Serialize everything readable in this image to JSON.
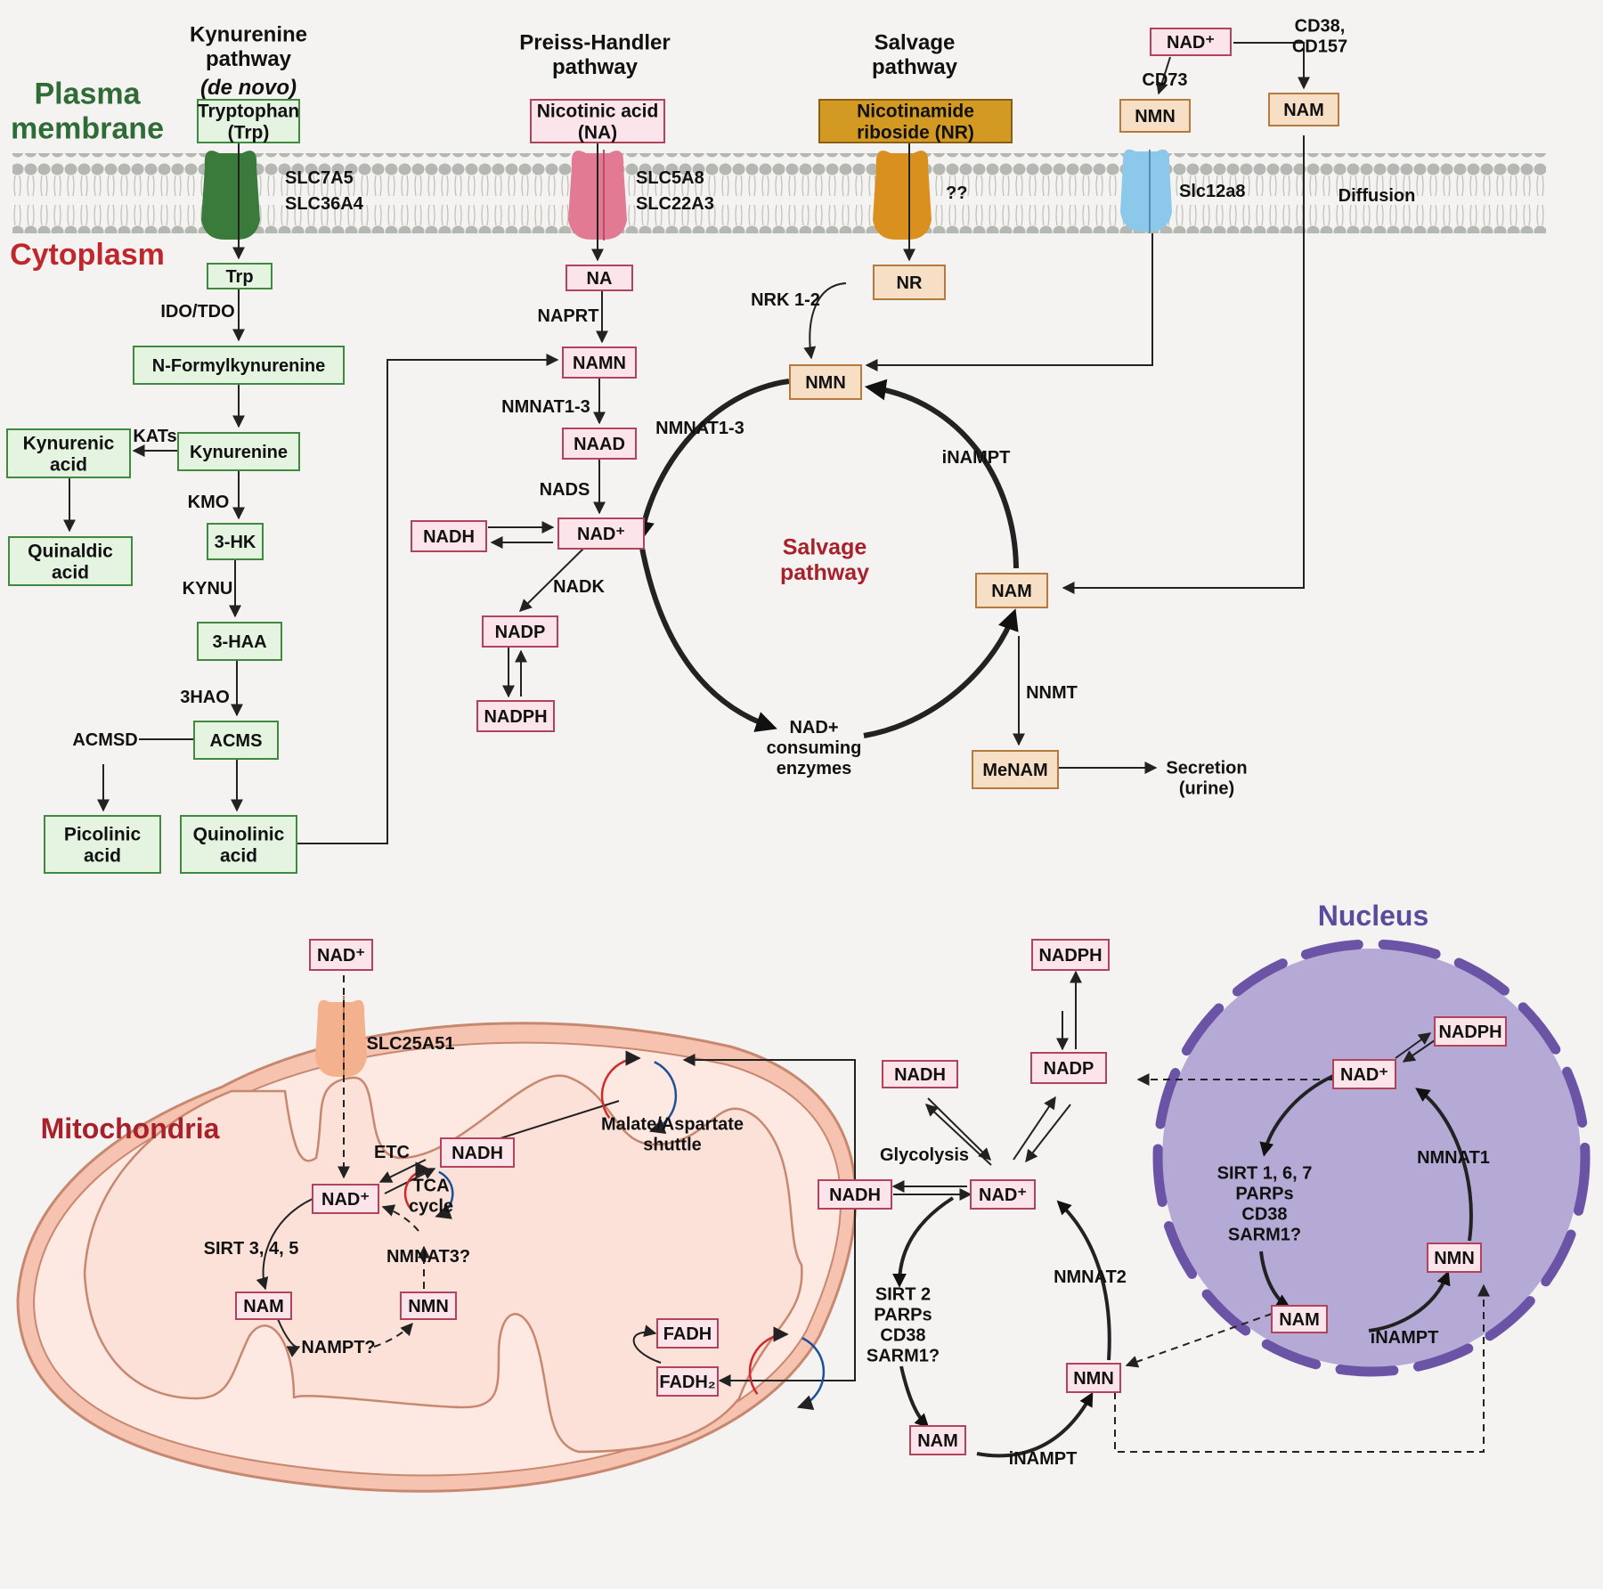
{
  "regions": {
    "plasma_membrane": [
      "Plasma",
      "membrane"
    ],
    "cytoplasm": "Cytoplasm",
    "mitochondria": "Mitochondria",
    "nucleus": "Nucleus",
    "salvage_center": [
      "Salvage",
      "pathway"
    ]
  },
  "pathway_headers": {
    "kynurenine": [
      "Kynurenine",
      "pathway"
    ],
    "kynurenine_sub": "de novo",
    "preiss": [
      "Preiss-Handler",
      "pathway"
    ],
    "salvage": [
      "Salvage",
      "pathway"
    ]
  },
  "nodes": {
    "trp_out": [
      "Tryptophan",
      "(Trp)"
    ],
    "na_out": [
      "Nicotinic acid",
      "(NA)"
    ],
    "nr_out": [
      "Nicotinamide",
      "riboside (NR)"
    ],
    "nad_ext": [
      "NAD⁺"
    ],
    "nmn_ext": [
      "NMN"
    ],
    "nam_ext": [
      "NAM"
    ],
    "trp_in": [
      "Trp"
    ],
    "nfk": [
      "N-Formylkynurenine"
    ],
    "kynurenine": [
      "Kynurenine"
    ],
    "kyn_acid": [
      "Kynurenic",
      "acid"
    ],
    "quin_acid": [
      "Quinaldic",
      "acid"
    ],
    "hk": [
      "3-HK"
    ],
    "haa": [
      "3-HAA"
    ],
    "acms": [
      "ACMS"
    ],
    "picolinic": [
      "Picolinic",
      "acid"
    ],
    "quinolinic": [
      "Quinolinic",
      "acid"
    ],
    "na_in": [
      "NA"
    ],
    "namn": [
      "NAMN"
    ],
    "naad": [
      "NAAD"
    ],
    "nad_c": [
      "NAD⁺"
    ],
    "nadh_c": [
      "NADH"
    ],
    "nadp_c": [
      "NADP"
    ],
    "nadph_c": [
      "NADPH"
    ],
    "nr_in": [
      "NR"
    ],
    "nmn_c": [
      "NMN"
    ],
    "nam_c": [
      "NAM"
    ],
    "menam": [
      "MeNAM"
    ],
    "nad_mito_top": [
      "NAD⁺"
    ],
    "nadh_m": [
      "NADH"
    ],
    "nad_m": [
      "NAD⁺"
    ],
    "nam_m": [
      "NAM"
    ],
    "nmn_m": [
      "NMN"
    ],
    "fadh": [
      "FADH"
    ],
    "fadh2": [
      "FADH₂"
    ],
    "nadph_l": [
      "NADPH"
    ],
    "nadh_l": [
      "NADH"
    ],
    "nadp_l": [
      "NADP"
    ],
    "nadh_l2": [
      "NADH"
    ],
    "nad_l": [
      "NAD⁺"
    ],
    "nmn_l": [
      "NMN"
    ],
    "nam_l": [
      "NAM"
    ],
    "nadph_n": [
      "NADPH"
    ],
    "nad_n": [
      "NAD⁺"
    ],
    "nmn_n": [
      "NMN"
    ],
    "nam_n": [
      "NAM"
    ]
  },
  "labels": {
    "slc7a5": "SLC7A5",
    "slc36a4": "SLC36A4",
    "slc5a8": "SLC5A8",
    "slc22a3": "SLC22A3",
    "qq": "??",
    "slc12a8": "Slc12a8",
    "cd38": [
      "CD38,",
      "CD157"
    ],
    "cd73": "CD73",
    "diffusion": "Diffusion",
    "ido": "IDO/TDO",
    "kats": "KATs",
    "kmo": "KMO",
    "kynu": "KYNU",
    "hao": "3HAO",
    "acmsd": "ACMSD",
    "naprt": "NAPRT",
    "nmnat13a": "NMNAT1-3",
    "nads": "NADS",
    "nadk": "NADK",
    "nrk": "NRK 1-2",
    "nmnat13b": "NMNAT1-3",
    "inampt_c": "iNAMPT",
    "consuming": [
      "NAD+",
      "consuming",
      "enzymes"
    ],
    "nnmt": "NNMT",
    "secretion": [
      "Secretion",
      "(urine)"
    ],
    "slc25a51": "SLC25A51",
    "malate": [
      "Malate/Aspartate",
      "shuttle"
    ],
    "etc": "ETC",
    "tca": [
      "TCA",
      "cycle"
    ],
    "sirt345": "SIRT 3, 4, 5",
    "nmnat3": "NMNAT3?",
    "nampt_m": "NAMPT?",
    "glycolysis": "Glycolysis",
    "sirt2": [
      "SIRT 2",
      "PARPs",
      "CD38",
      "SARM1?"
    ],
    "nmnat2": "NMNAT2",
    "inampt_l": "iNAMPT",
    "sirt167": [
      "SIRT 1, 6, 7",
      "PARPs",
      "CD38",
      "SARM1?"
    ],
    "nmnat1": "NMNAT1",
    "inampt_n": "iNAMPT"
  },
  "colors": {
    "plasma_membrane_label": "#2e6b36",
    "cytoplasm_label": "#c0272d",
    "mitochondria_label": "#a8202a",
    "nucleus_label": "#5c4a9c",
    "salvage_center_label": "#a8202a",
    "green_box_fill": "#e4f4e0",
    "green_box_stroke": "#3f8a3f",
    "pink_box_fill": "#fbe4ea",
    "pink_box_stroke": "#b2435b",
    "tan_box_fill": "#f6dfc5",
    "tan_box_stroke": "#b77a3e",
    "nr_box_fill": "#d29a22",
    "transporter_green": "#3a7a3a",
    "transporter_pink": "#e27a93",
    "transporter_orange": "#d9901f",
    "transporter_blue": "#8cc8ea",
    "transporter_salmon": "#f4b18e",
    "nucleus_fill": "#b5aad6",
    "nucleus_envelope": "#6b53a6",
    "mito_outer": "#c8876f",
    "mito_fill": "#fbe6df"
  }
}
